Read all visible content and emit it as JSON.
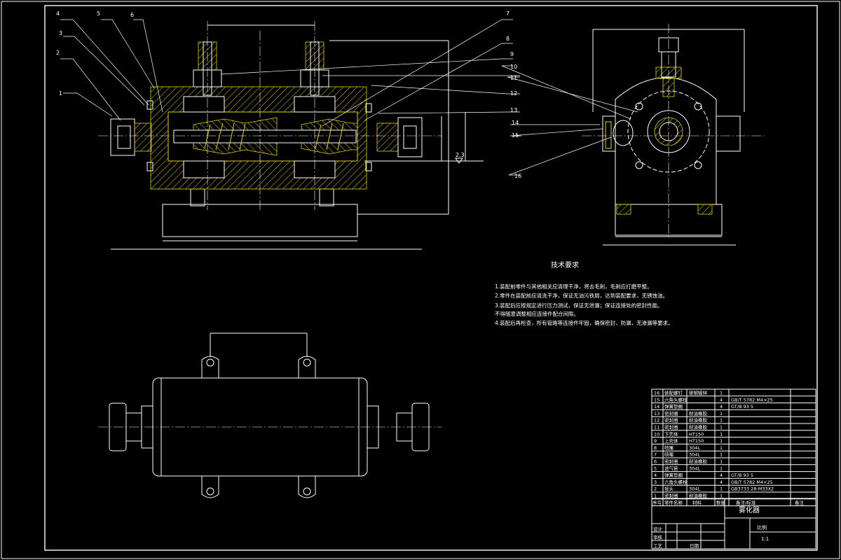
{
  "drawing": {
    "callouts": [
      "1",
      "2",
      "3",
      "4",
      "5",
      "6",
      "7",
      "8",
      "9",
      "10",
      "11",
      "12",
      "13",
      "14",
      "15",
      "16"
    ],
    "dim_text": "2.3",
    "tech_requirements": {
      "title": "技术要求",
      "lines": [
        "1.装配前零件与其他相关应清理干净，将去毛刺，毛刺应打磨平整。",
        "2.零件在装配前应清洗干净，保证无油污铁屑，达到装配要求，无锈蚀油。",
        "3.装配后应按规定进行压力测试，保证无泄漏；保证连接处的密封性能。",
        "   不得随意调整相应连接件配合间隙。",
        "4.装配后再检查，所有管路等连接件牢固，确保密封，防漏，无渗漏等要求。"
      ]
    },
    "parts_table": {
      "rows": [
        {
          "no": "16",
          "name": "装配螺钉",
          "material": "碳钢镀锌",
          "qty": "1",
          "std": ""
        },
        {
          "no": "15",
          "name": "六角头螺栓",
          "material": "",
          "qty": "4",
          "std": "GB/T 5782 M4×25"
        },
        {
          "no": "14",
          "name": "弹簧垫圈",
          "material": "",
          "qty": "4",
          "std": "GT/B 93 5"
        },
        {
          "no": "13",
          "name": "密封圈",
          "material": "耐油橡胶",
          "qty": "1",
          "std": ""
        },
        {
          "no": "12",
          "name": "密封圈",
          "material": "耐油橡胶",
          "qty": "1",
          "std": ""
        },
        {
          "no": "11",
          "name": "密封圈",
          "material": "耐油橡胶",
          "qty": "1",
          "std": ""
        },
        {
          "no": "10",
          "name": "下壳体",
          "material": "HT150",
          "qty": "1",
          "std": ""
        },
        {
          "no": "9",
          "name": "上壳体",
          "material": "HT150",
          "qty": "1",
          "std": ""
        },
        {
          "no": "8",
          "name": "喷嘴",
          "material": "304L",
          "qty": "1",
          "std": ""
        },
        {
          "no": "7",
          "name": "喷嘴",
          "material": "304L",
          "qty": "1",
          "std": ""
        },
        {
          "no": "6",
          "name": "密封圈",
          "material": "耐油橡胶",
          "qty": "1",
          "std": ""
        },
        {
          "no": "5",
          "name": "进气管",
          "material": "304L",
          "qty": "1",
          "std": ""
        },
        {
          "no": "4",
          "name": "弹簧垫圈",
          "material": "",
          "qty": "4",
          "std": "GT/B 93 5"
        },
        {
          "no": "3",
          "name": "六角头螺栓",
          "material": "",
          "qty": "4",
          "std": "GB/T 5782 M4×25"
        },
        {
          "no": "2",
          "name": "接头",
          "material": "304L",
          "qty": "1",
          "std": "GB3733 28-M33X2"
        },
        {
          "no": "1",
          "name": "密封圈",
          "material": "耐油橡胶",
          "qty": "1",
          "std": ""
        }
      ],
      "header": {
        "no": "序号",
        "name": "零件名称",
        "material": "材料",
        "qty": "数量",
        "std": "备注/标准",
        "remark": "备注"
      },
      "title_block": {
        "product": "雾化器",
        "scale_label": "比例",
        "scale": "1:1",
        "design": "设计",
        "check": "审核",
        "process": "工艺",
        "date": "日期"
      }
    }
  }
}
